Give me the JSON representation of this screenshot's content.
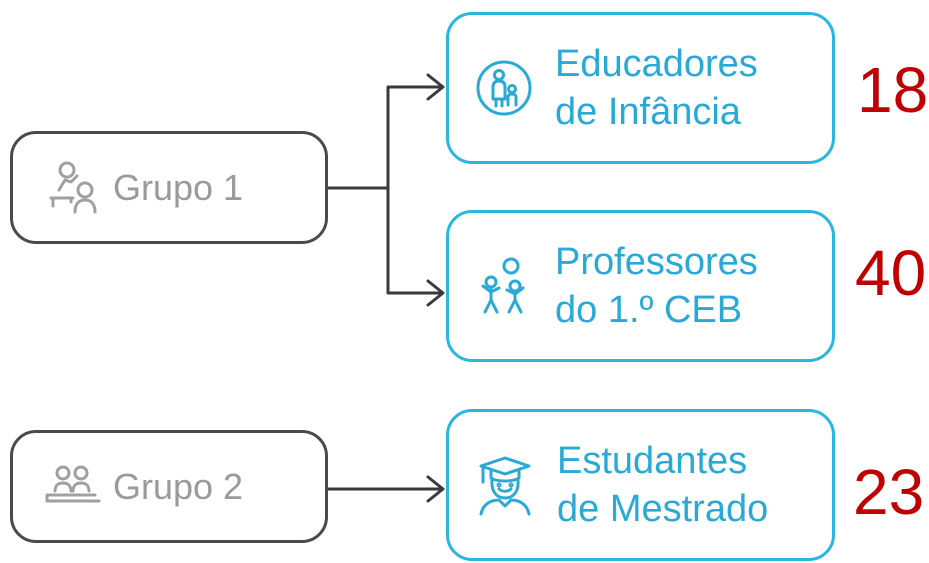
{
  "groups": [
    {
      "label": "Grupo 1",
      "icon": "teacher-student-icon"
    },
    {
      "label": "Grupo 2",
      "icon": "seminar-group-icon"
    }
  ],
  "targets": [
    {
      "line1": "Educadores",
      "line2": "de Infância",
      "count": "18",
      "icon": "parent-child-icon"
    },
    {
      "line1": "Professores",
      "line2": "do 1.º CEB",
      "count": "40",
      "icon": "children-group-icon"
    },
    {
      "line1": "Estudantes",
      "line2": "de Mestrado",
      "count": "23",
      "icon": "graduate-icon"
    }
  ],
  "colors": {
    "group_border": "#4a4a4a",
    "group_text": "#9a9a9a",
    "target": "#29b6e0",
    "count": "#c00000"
  }
}
